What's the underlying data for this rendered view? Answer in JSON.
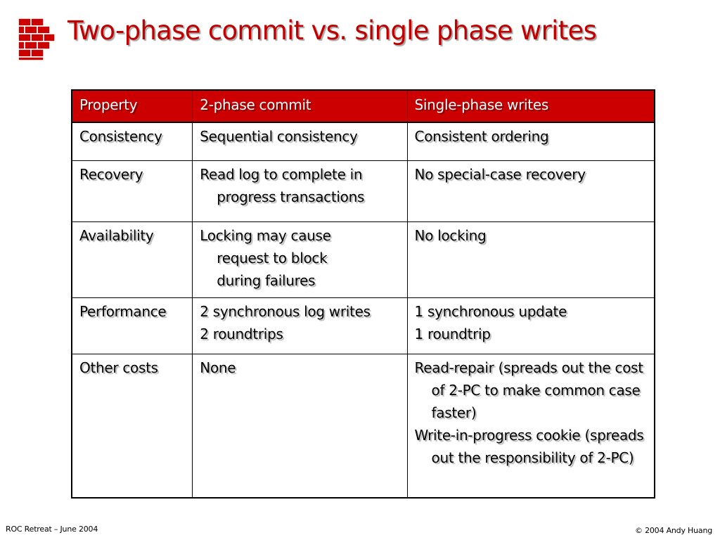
{
  "slide": {
    "title": "Two-phase commit vs. single phase writes",
    "accent_color": "#cc0000",
    "title_color": "#c00000",
    "logo_icon": "red-brick-wall-icon"
  },
  "table": {
    "headers": [
      "Property",
      "2-phase commit",
      "Single-phase writes"
    ],
    "rows": [
      {
        "property": "Consistency",
        "two_phase": [
          "Sequential consistency"
        ],
        "single_phase": [
          "Consistent ordering"
        ]
      },
      {
        "property": "Recovery",
        "two_phase": [
          "Read log to complete in progress transactions"
        ],
        "single_phase": [
          "No special-case recovery"
        ]
      },
      {
        "property": "Availability",
        "two_phase": [
          "Locking may cause request to block during failures"
        ],
        "single_phase": [
          "No locking"
        ]
      },
      {
        "property": "Performance",
        "two_phase": [
          "2 synchronous log writes",
          "2 roundtrips"
        ],
        "single_phase": [
          "1 synchronous update",
          "1 roundtrip"
        ]
      },
      {
        "property": "Other costs",
        "two_phase": [
          "None"
        ],
        "single_phase": [
          "Read-repair (spreads out the cost of 2-PC to make common case faster)",
          "Write-in-progress cookie (spreads out the responsibility of 2-PC)"
        ]
      }
    ]
  },
  "footer": {
    "left": "ROC Retreat – June 2004",
    "right": "© 2004 Andy Huang"
  }
}
